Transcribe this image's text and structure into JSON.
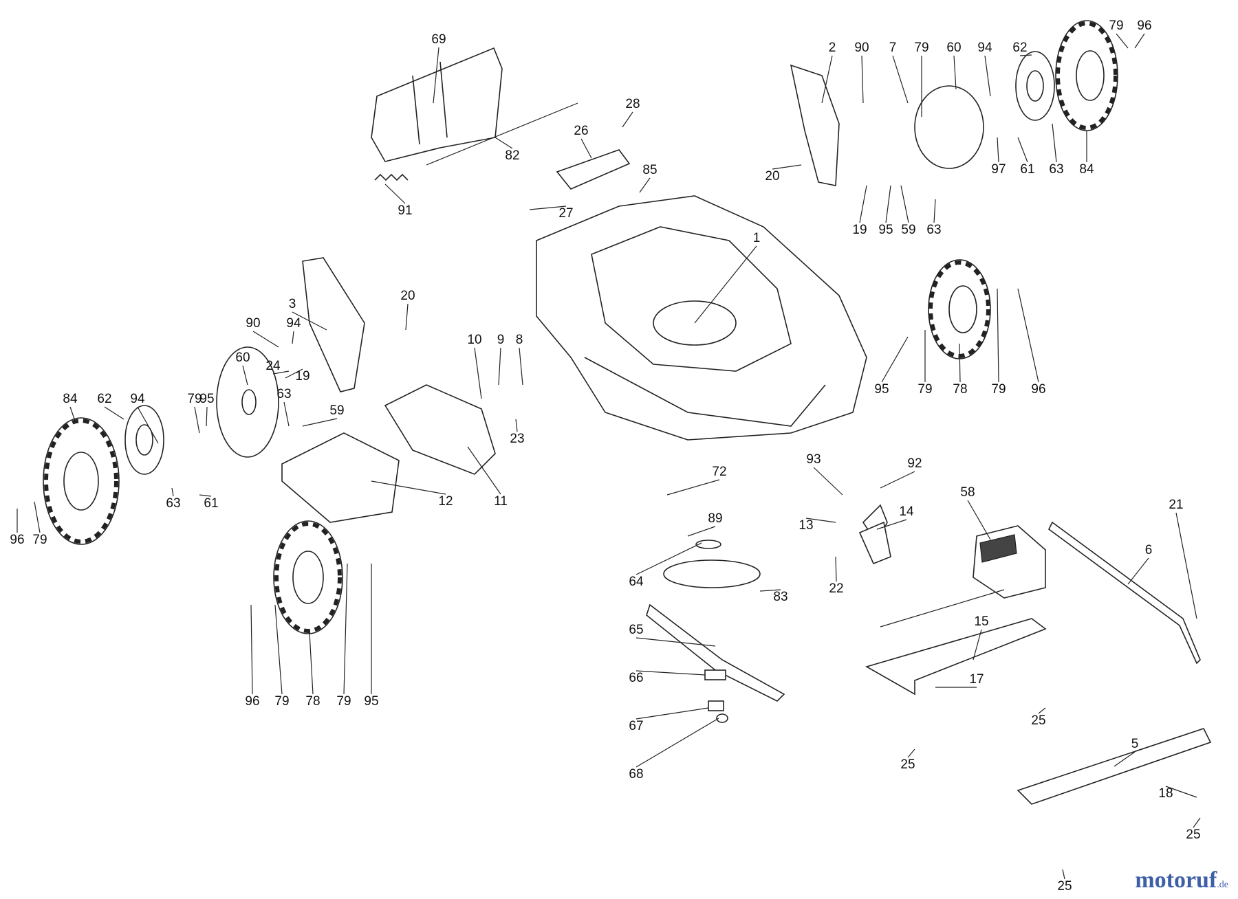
{
  "diagram": {
    "callouts": [
      "1",
      "2",
      "3",
      "5",
      "6",
      "7",
      "8",
      "9",
      "10",
      "11",
      "12",
      "13",
      "14",
      "15",
      "17",
      "18",
      "19",
      "20",
      "21",
      "22",
      "23",
      "24",
      "25",
      "26",
      "27",
      "28",
      "58",
      "59",
      "60",
      "61",
      "62",
      "63",
      "64",
      "65",
      "66",
      "67",
      "68",
      "69",
      "72",
      "78",
      "79",
      "82",
      "83",
      "84",
      "85",
      "89",
      "90",
      "91",
      "92",
      "93",
      "94",
      "95",
      "96",
      "97"
    ]
  },
  "watermark": {
    "brand": "motoruf",
    "tld": ".de"
  }
}
